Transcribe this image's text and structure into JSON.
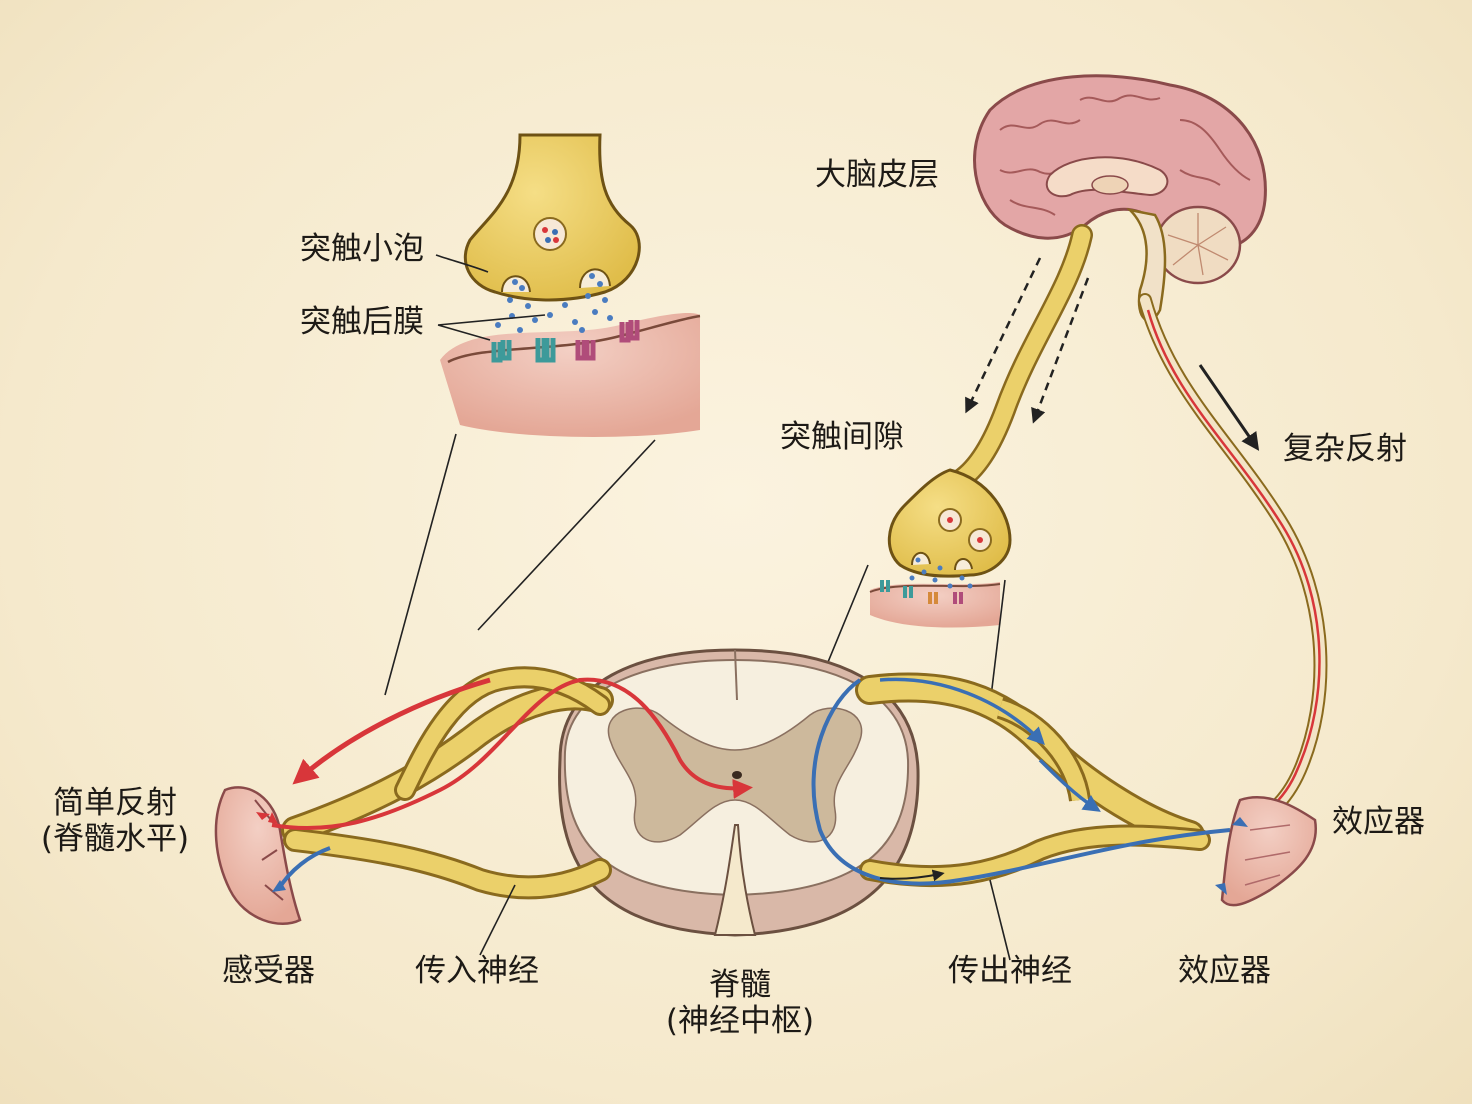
{
  "labels": {
    "vesicle": "突触小泡",
    "postsynaptic_membrane": "突触后膜",
    "cortex": "大脑皮层",
    "cleft": "突触间隙",
    "complex_reflex": "复杂反射",
    "simple_reflex_line1": "简单反射",
    "simple_reflex_line2": "(脊髓水平)",
    "effector_right": "效应器",
    "receptor": "感受器",
    "afferent": "传入神经",
    "spinal_cord": "脊髓",
    "spinal_cord_sub": "(神经中枢)",
    "efferent": "传出神经",
    "effector_bottom": "效应器"
  },
  "colors": {
    "background": "#f6ecd3",
    "nerve_yellow": "#e9cd5c",
    "nerve_outline": "#8a6a1e",
    "afferent_signal": "#d8363a",
    "efferent_signal": "#3a6fb4",
    "brain_pink": "#e3a6a6",
    "tissue_pink": "#e9b6a8",
    "spinal_white": "#f6efdf",
    "spinal_grey": "#cdb99c"
  }
}
